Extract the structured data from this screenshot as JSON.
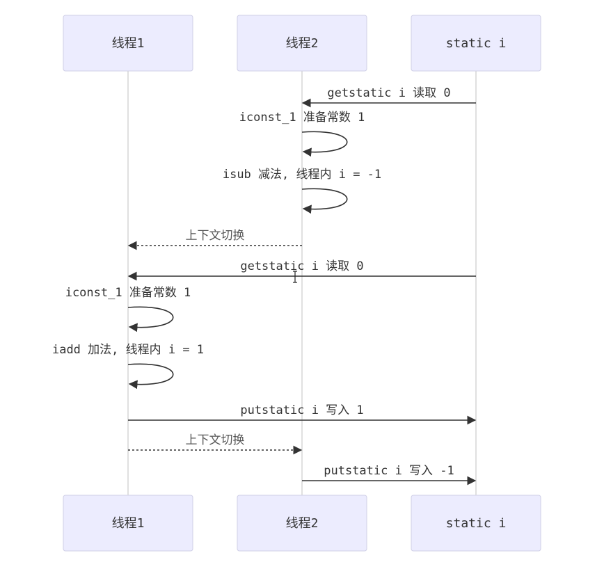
{
  "participants": [
    {
      "id": "t1",
      "label": "线程1"
    },
    {
      "id": "t2",
      "label": "线程2"
    },
    {
      "id": "si",
      "label": "static i"
    }
  ],
  "messages": [
    {
      "from": "si",
      "to": "t2",
      "text": "getstatic i 读取 0",
      "style": "solid"
    },
    {
      "from": "t2",
      "to": "t2",
      "text": "iconst_1 准备常数 1",
      "style": "self"
    },
    {
      "from": "t2",
      "to": "t2",
      "text": "isub 减法, 线程内 i = -1",
      "style": "self"
    },
    {
      "from": "t2",
      "to": "t1",
      "text": "上下文切换",
      "style": "dashed"
    },
    {
      "from": "si",
      "to": "t1",
      "text": "getstatic i 读取 0",
      "style": "solid"
    },
    {
      "from": "t1",
      "to": "t1",
      "text": "iconst_1 准备常数 1",
      "style": "self"
    },
    {
      "from": "t1",
      "to": "t1",
      "text": "iadd 加法, 线程内 i = 1",
      "style": "self"
    },
    {
      "from": "t1",
      "to": "si",
      "text": "putstatic i 写入 1",
      "style": "solid"
    },
    {
      "from": "t1",
      "to": "t2",
      "text": "上下文切换",
      "style": "dashed"
    },
    {
      "from": "t2",
      "to": "si",
      "text": "putstatic i 写入 -1",
      "style": "solid"
    }
  ]
}
